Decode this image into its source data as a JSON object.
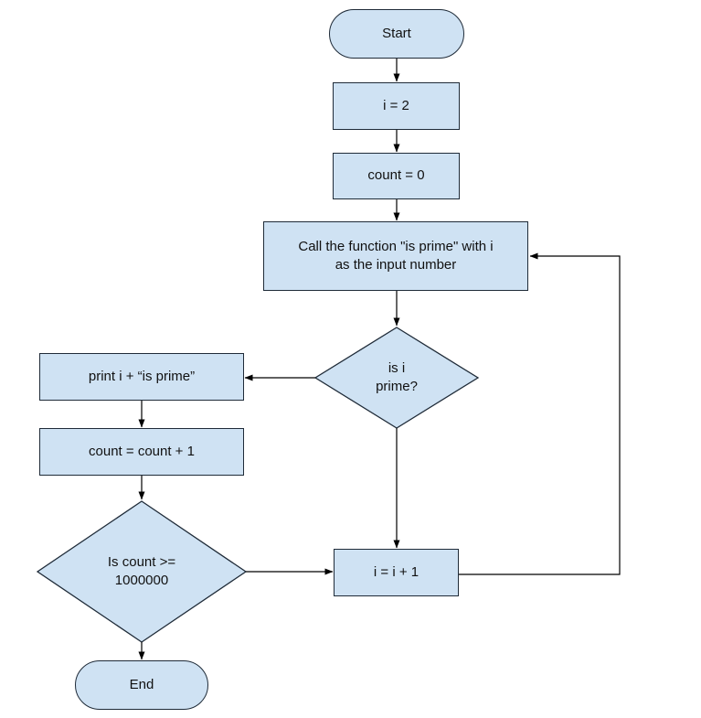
{
  "colors": {
    "background": "#ffffff",
    "node_fill": "#cfe2f3",
    "node_border": "#1f2b38",
    "connector": "#000000",
    "text": "#111111"
  },
  "flowchart": {
    "nodes": {
      "start": {
        "shape": "terminator",
        "label": "Start"
      },
      "init_i": {
        "shape": "process",
        "label": "i = 2"
      },
      "init_count": {
        "shape": "process",
        "label": "count = 0"
      },
      "call_is_prime": {
        "shape": "process",
        "label": "Call the function \"is prime\" with i\nas the input number"
      },
      "is_i_prime": {
        "shape": "decision",
        "label": "is i\nprime?"
      },
      "print_prime": {
        "shape": "process",
        "label": "print i + “is prime”"
      },
      "increment_count": {
        "shape": "process",
        "label": "count = count + 1"
      },
      "count_threshold": {
        "shape": "decision",
        "label": "Is count >=\n1000000"
      },
      "end": {
        "shape": "terminator",
        "label": "End"
      },
      "increment_i": {
        "shape": "process",
        "label": "i = i + 1"
      }
    },
    "edges": [
      {
        "from": "start",
        "to": "init_i"
      },
      {
        "from": "init_i",
        "to": "init_count"
      },
      {
        "from": "init_count",
        "to": "call_is_prime"
      },
      {
        "from": "call_is_prime",
        "to": "is_i_prime"
      },
      {
        "from": "is_i_prime",
        "to": "print_prime"
      },
      {
        "from": "print_prime",
        "to": "increment_count"
      },
      {
        "from": "increment_count",
        "to": "count_threshold"
      },
      {
        "from": "count_threshold",
        "to": "end"
      },
      {
        "from": "count_threshold",
        "to": "increment_i"
      },
      {
        "from": "is_i_prime",
        "to": "increment_i"
      },
      {
        "from": "increment_i",
        "to": "call_is_prime"
      }
    ]
  }
}
